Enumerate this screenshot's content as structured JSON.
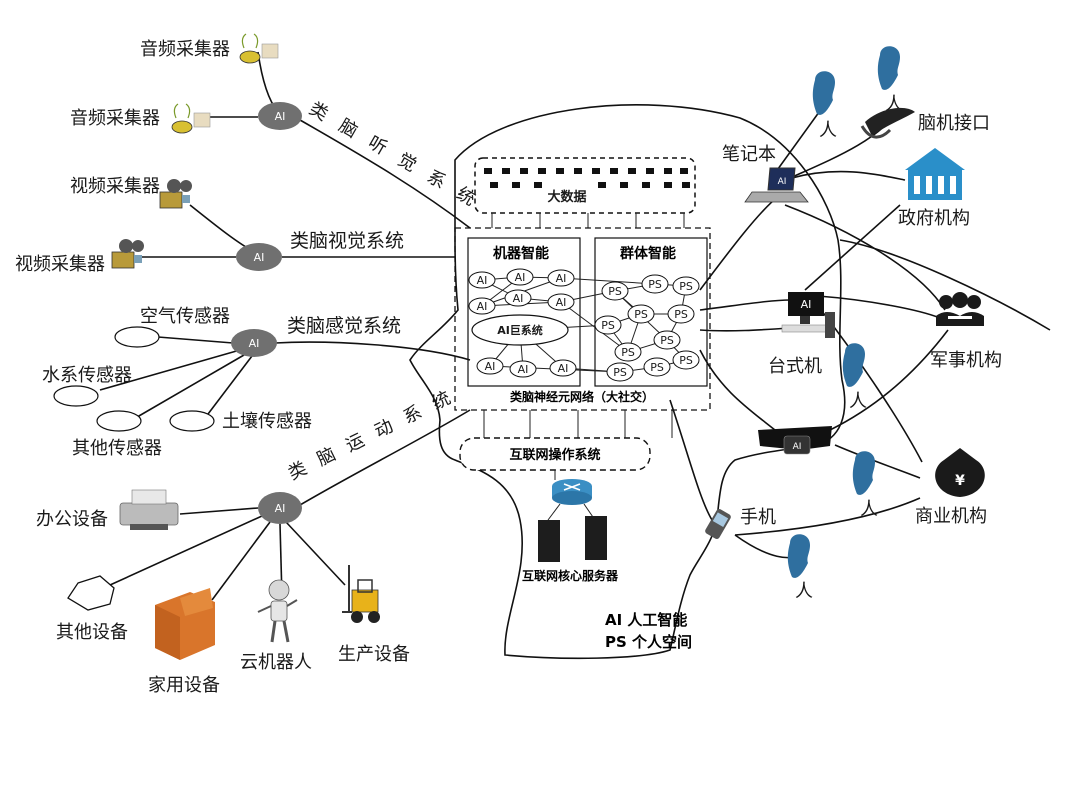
{
  "systems": {
    "hearing": "类脑听觉系统",
    "vision": "类脑视觉系统",
    "sensing": "类脑感觉系统",
    "motion": "类脑运动系统"
  },
  "hub_label": "AI",
  "collectors": {
    "audio_1": "音频采集器",
    "audio_2": "音频采集器",
    "video_1": "视频采集器",
    "video_2": "视频采集器"
  },
  "sensors": {
    "air": "空气传感器",
    "water": "水系传感器",
    "other": "其他传感器",
    "soil": "土壤传感器"
  },
  "devices": {
    "office": "办公设备",
    "other": "其他设备",
    "home": "家用设备",
    "robot": "云机器人",
    "production": "生产设备"
  },
  "brain": {
    "big_data": "大数据",
    "machine_intelligence": "机器智能",
    "group_intelligence": "群体智能",
    "ai_giant_system": "AI巨系统",
    "neural_network": "类脑神经元网络（大社交）",
    "os": "互联网操作系统",
    "core_servers": "互联网核心服务器",
    "ai_node": "AI",
    "ps_node": "PS"
  },
  "right": {
    "laptop": "笔记本",
    "bci": "脑机接口",
    "government": "政府机构",
    "desktop": "台式机",
    "military": "军事机构",
    "phone": "手机",
    "business": "商业机构",
    "person": "人",
    "screen_label": "AI",
    "money_symbol": "¥"
  },
  "legend": {
    "ai": "AI  人工智能",
    "ps": "PS  个人空间"
  },
  "colors": {
    "person_blue": "#2f6f9f",
    "gov_blue": "#2a8fc9",
    "hub_gray": "#707070",
    "box_orange": "#d9752b",
    "forklift_yellow": "#e8b21a"
  }
}
